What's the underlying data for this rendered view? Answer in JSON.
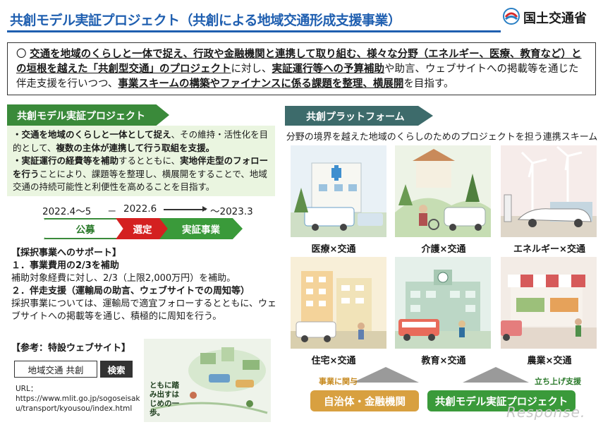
{
  "header": {
    "title": "共創モデル実証プロジェクト（共創による地域交通形成支援事業）",
    "ministry": "国土交通省"
  },
  "intro": {
    "bullet": "〇",
    "p1": "交通を地域のくらしと一体で捉え、行政や金融機関と連携して取り組む、様々な分野（エネルギー、医療、教育など）との垣根を越えた「共創型交通」のプロジェクト",
    "p2": "に対し、",
    "p3": "実証運行等への予算補助",
    "p4": "や助言、ウェブサイトへの掲載等を通じた伴走支援を行いつつ、",
    "p5": "事業スキームの構築やファイナンスに係る課題を整理、横展開",
    "p6": "を目指す。"
  },
  "left": {
    "heading": "共創モデル実証プロジェクト",
    "b1_bold": "・交通を地域のくらしと一体として捉え",
    "b1_text": "、その維持・活性化を目的として、",
    "b1_bold2": "複数の主体が連携して行う取組を支援。",
    "b2_bold": "・実証運行の経費等を補助",
    "b2_text": "するとともに、",
    "b2_bold2": "実地伴走型のフォローを行う",
    "b2_text2": "ことにより、課題等を整理し、横展開をすることで、地域交通の持続可能性と利便性を高めることを目指す。"
  },
  "timeline": {
    "date1": "2022.4～5",
    "dash": "－",
    "date2": "2022.6",
    "date3": "～2023.3",
    "step1": "公募",
    "step2": "選定",
    "step3": "実証事業"
  },
  "support": {
    "heading": "【採択事業へのサポート】",
    "item1_title": "１．事業費用の2/3を補助",
    "item1_text": "補助対象経費に対し、2/3（上限2,000万円）を補助。",
    "item2_title": "２．伴走支援（運輸局の助言、ウェブサイトでの周知等）",
    "item2_text": "採択事業については、運輸局で適宜フォローするとともに、ウェブサイトへの掲載等を通じ、積極的に周知を行う。"
  },
  "reference": {
    "heading": "【参考：特設ウェブサイト】",
    "search_text": "地域交通 共創",
    "search_button": "検索",
    "url_label": "URL：",
    "url": "https://www.mlit.go.jp/sogoseisaku/transport/kyousou/index.html",
    "thumb_caption": "ともに踏み出すはじめの一歩。"
  },
  "platform": {
    "heading": "共創プラットフォーム",
    "subtitle": "分野の境界を越えた地域のくらしのためのプロジェクトを担う連携スキーム",
    "tiles": [
      {
        "label": "医療×交通"
      },
      {
        "label": "介護×交通"
      },
      {
        "label": "エネルギー×交通"
      },
      {
        "label": "住宅×交通"
      },
      {
        "label": "教育×交通"
      },
      {
        "label": "農業×交通"
      }
    ],
    "tag_left": "事業に関与",
    "tag_right": "立ち上げ支援",
    "btn_left": "自治体・金融機関",
    "btn_right": "共創モデル実証プロジェクト"
  },
  "colors": {
    "title_blue": "#1f5fb0",
    "green": "#3a8a3a",
    "red": "#d42020",
    "teal": "#3d6b6b",
    "gold": "#d8a040"
  },
  "watermark": "Response."
}
